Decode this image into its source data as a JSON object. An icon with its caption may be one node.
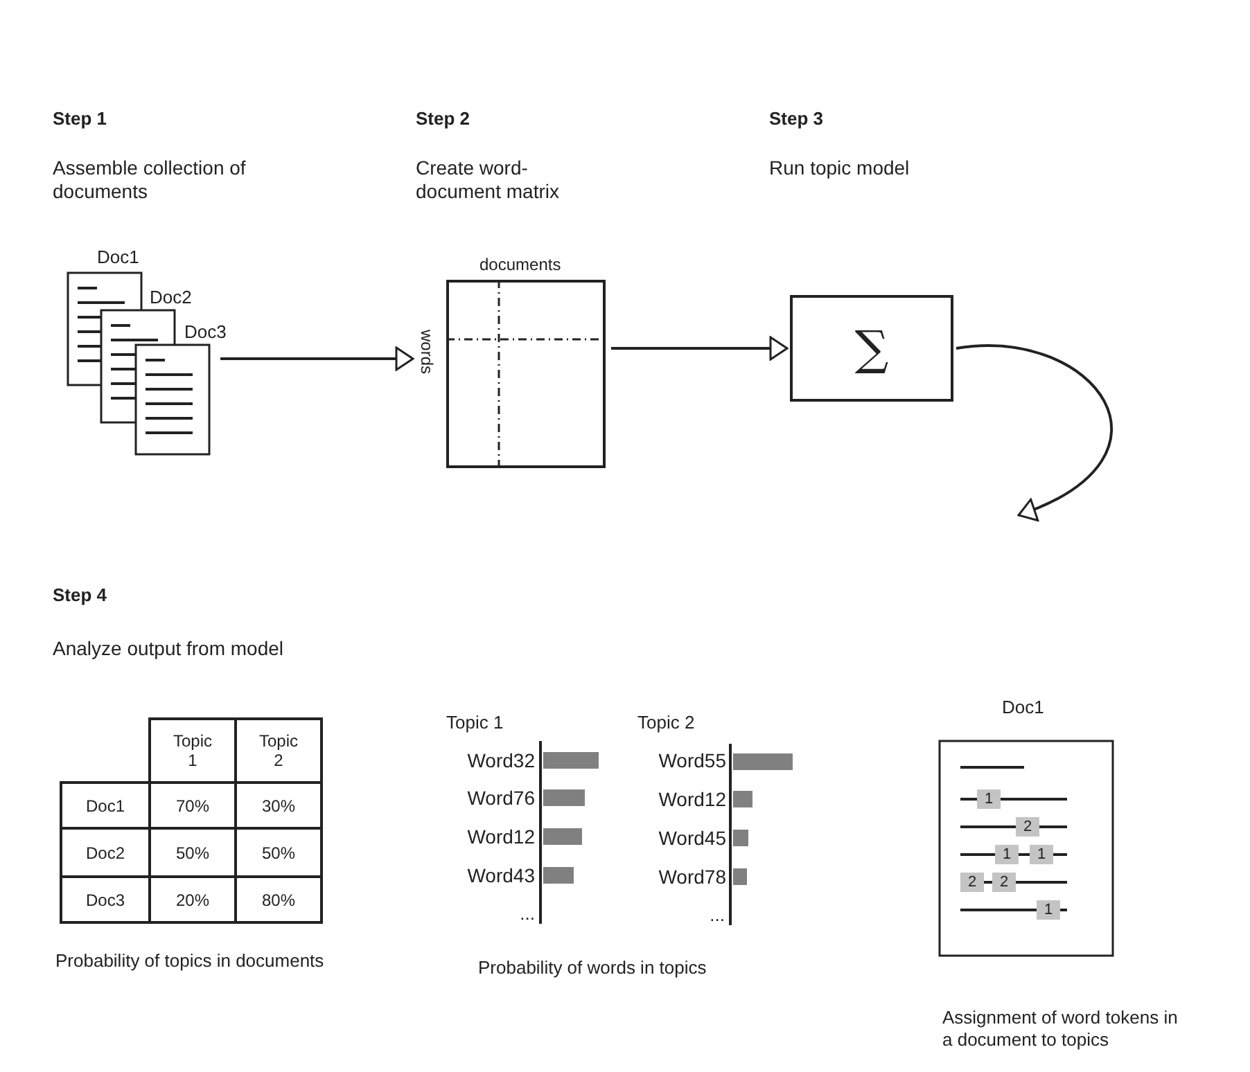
{
  "diagram": {
    "nodes": [
      {
        "text": [
          "Doc1"
        ]
      },
      {
        "text": [
          "Doc2"
        ]
      },
      {
        "text": [
          "Doc3"
        ]
      },
      {
        "text": [
          "documents",
          "words"
        ]
      },
      {
        "text": [
          "∑"
        ]
      },
      {
        "text": [
          "Doc1"
        ]
      },
      {
        "text": [
          "1"
        ],
        "in": 5
      },
      {
        "text": [
          "2"
        ],
        "in": 5
      },
      {
        "text": [
          "1"
        ],
        "in": 5
      },
      {
        "text": [
          "1"
        ],
        "in": 5
      },
      {
        "text": [
          "2"
        ],
        "in": 5
      },
      {
        "text": [
          "2"
        ],
        "in": 5
      },
      {
        "text": [
          "1"
        ],
        "in": 5
      }
    ],
    "edges": [
      {
        "from": 2,
        "to": 3,
        "arrow": "to"
      },
      {
        "from": 3,
        "to": 4,
        "arrow": "to"
      },
      {
        "from": 4,
        "to": null,
        "arrow": "to"
      }
    ],
    "labels": [
      "Step 1",
      "Assemble collection of documents",
      "Step 2",
      "Create word-document matrix",
      "Step 3",
      "Run topic model",
      "Step 4",
      "Analyze output from model",
      "Topic 1",
      "Topic 2",
      "Doc1",
      "70%",
      "30%",
      "Doc2",
      "50%",
      "50%",
      "Doc3",
      "20%",
      "80%",
      "Probability of topics in documents",
      "Topic 1",
      "Topic 2",
      "Word32",
      "Word55",
      "Word76",
      "Word12",
      "Word12",
      "Word45",
      "Word43",
      "Word78",
      "...",
      "...",
      "Probability of words in topics",
      "Assignment of word tokens in a document to topics"
    ]
  }
}
